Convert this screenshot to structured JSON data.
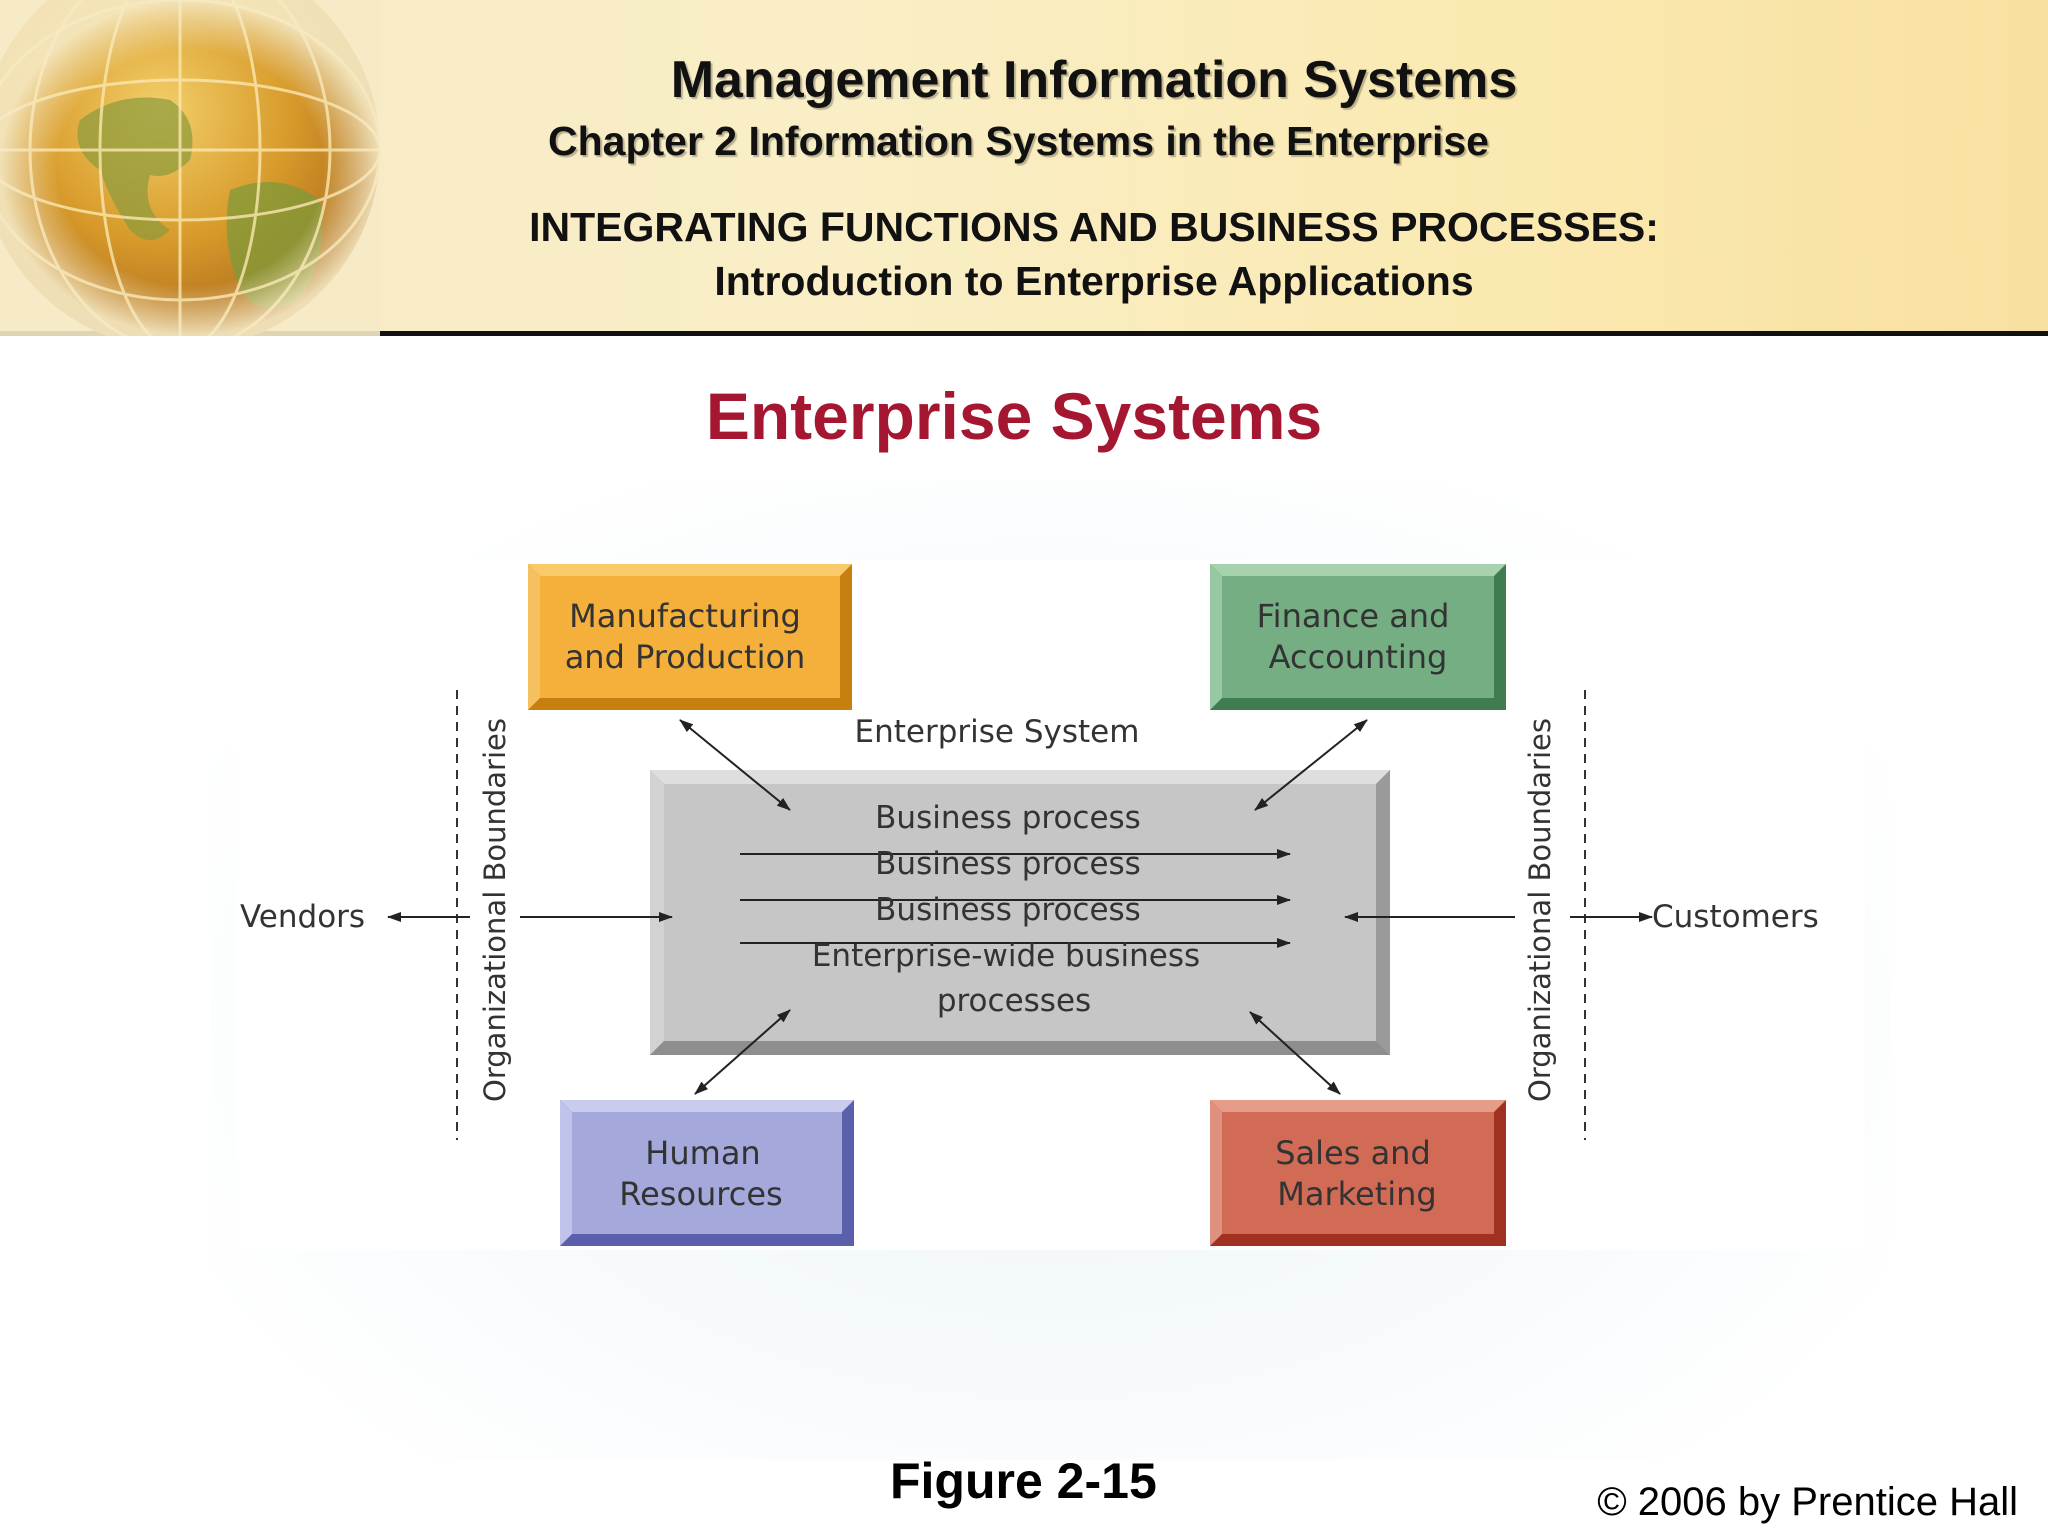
{
  "header": {
    "title": "Management Information Systems",
    "chapter": "Chapter 2 Information Systems in the Enterprise",
    "section": "INTEGRATING FUNCTIONS AND BUSINESS PROCESSES:",
    "subsection": "Introduction to Enterprise Applications"
  },
  "slide_title": "Enterprise Systems",
  "diagram": {
    "center_label": "Enterprise System",
    "processes": [
      "Business process",
      "Business process",
      "Business process"
    ],
    "enterprise_wide_line1": "Enterprise-wide business",
    "enterprise_wide_line2": "processes",
    "boundary_label": "Organizational Boundaries",
    "vendors": "Vendors",
    "customers": "Customers",
    "boxes": {
      "manufacturing": {
        "line1": "Manufacturing",
        "line2": "and Production",
        "color": "#f5b03c"
      },
      "finance": {
        "line1": "Finance and",
        "line2": "Accounting",
        "color": "#74ae82"
      },
      "hr": {
        "line1": "Human",
        "line2": "Resources",
        "color": "#a4a8da"
      },
      "sales": {
        "line1": "Sales and",
        "line2": "Marketing",
        "color": "#d26b56"
      }
    }
  },
  "figure_caption": "Figure 2-15",
  "copyright": "© 2006 by Prentice Hall",
  "colors": {
    "title_red": "#a51630",
    "rule": "#111111"
  }
}
